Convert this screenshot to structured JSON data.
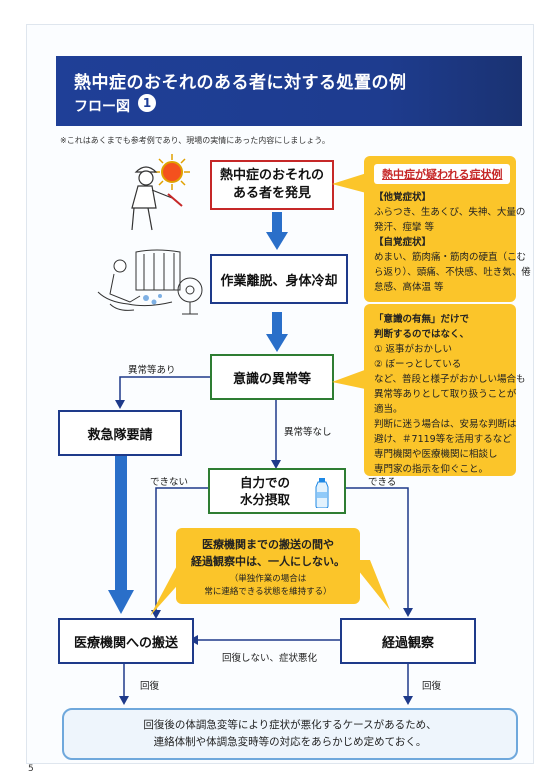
{
  "header": {
    "title": "熱中症のおそれのある者に対する処置の例",
    "subtitle": "フロー図",
    "number": "1"
  },
  "note": "※これはあくまでも参考例であり、現場の実情にあった内容にしましょう。",
  "steps": {
    "discover": [
      "熱中症のおそれの",
      "ある者を発見"
    ],
    "remove": "作業離脱、身体冷却",
    "consciousness": "意識の異常等",
    "emergency": "救急隊要請",
    "hydration": [
      "自力での",
      "水分摂取"
    ],
    "transport": "医療機関への搬送",
    "observe": "経過観察"
  },
  "symptoms": {
    "title": "熱中症が疑われる症状例",
    "subjective_title": "【他覚症状】",
    "subjective_text": [
      "ふらつき、生あくび、失神、大量の",
      "発汗、痙攣 等"
    ],
    "objective_title": "【自覚症状】",
    "objective_text": [
      "めまい、筋肉痛・筋肉の硬直（こむ",
      "ら返り）、頭痛、不快感、吐き気、倦",
      "怠感、高体温 等"
    ]
  },
  "judgement": {
    "lines": [
      "「意識の有無」だけで",
      "判断するのではなく、",
      "① 返事がおかしい",
      "② ぼーっとしている",
      "など、普段と様子がおかしい場合も",
      "異常等ありとして取り扱うことが",
      "適当。",
      "判断に迷う場合は、安易な判断は",
      "避け、＃7119等を活用するなど",
      "専門機関や医療機関に相談し",
      "専門家の指示を仰ぐこと。"
    ]
  },
  "caution": {
    "line1": "医療機関までの搬送の間や",
    "line2": "経過観察中は、一人にしない。",
    "line3": "（単独作業の場合は",
    "line4": "常に連絡できる状態を維持する）"
  },
  "labels": {
    "abnormal_yes": "異常等あり",
    "abnormal_no": "異常等なし",
    "cannot": "できない",
    "can": "できる",
    "worsen": "回復しない、症状悪化",
    "recover_left": "回復",
    "recover_right": "回復"
  },
  "bottom": {
    "line1": "回復後の体調急変等により症状が悪化するケースがあるため、",
    "line2": "連絡体制や体調急変時等の対応をあらかじめ定めておく。"
  },
  "page_number": "5",
  "colors": {
    "header_bg": "#1f3f97",
    "red": "#c62828",
    "blue": "#1e3a8a",
    "green": "#2e7d32",
    "yellow": "#fbc52a",
    "arrow_blue": "#2a6fc9"
  }
}
